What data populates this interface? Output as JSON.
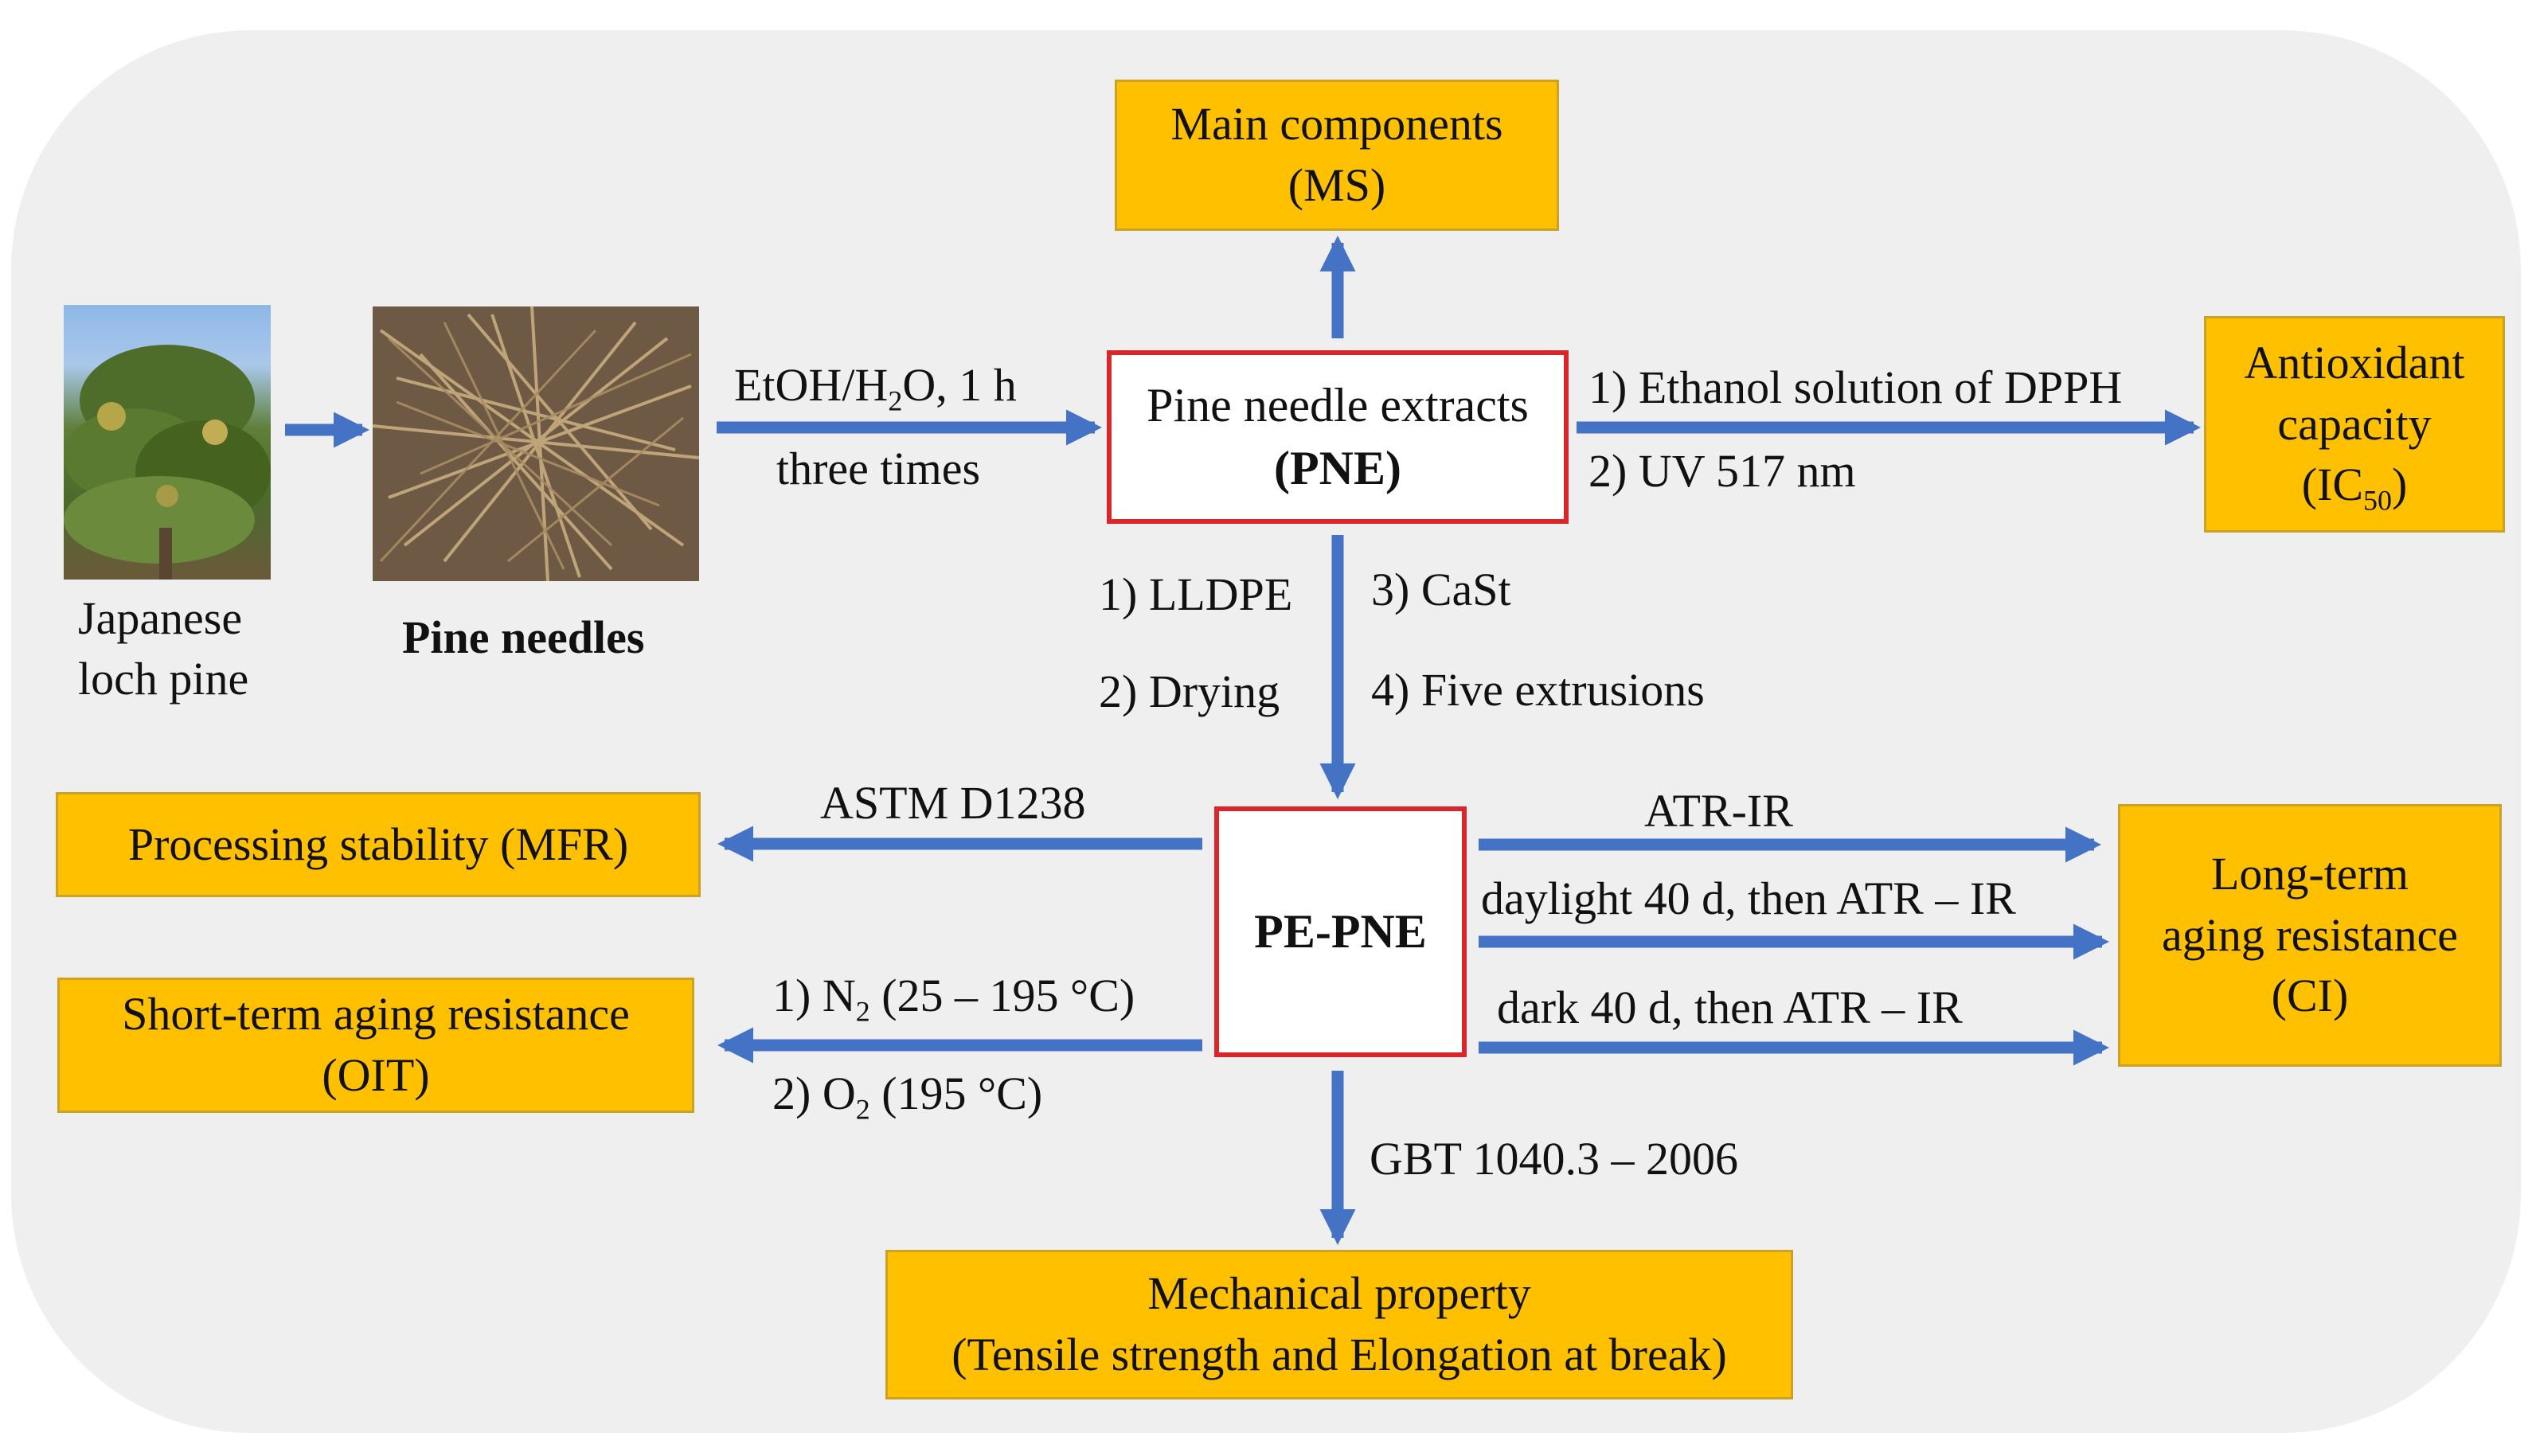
{
  "colors": {
    "box_fill": "#ffc000",
    "center_border": "#d9262c",
    "arrow": "#4472c4",
    "panel": "#efefef"
  },
  "source": {
    "tree_label_line1": "Japanese",
    "tree_label_line2": "loch pine",
    "needles_label": "Pine needles"
  },
  "extraction": {
    "line1_a": "EtOH/H",
    "line1_sub": "2",
    "line1_b": "O, 1 h",
    "line2": "three times"
  },
  "pne": {
    "line1": "Pine needle extracts",
    "open": "(",
    "abbr": "PNE",
    "close": ")"
  },
  "main_components": {
    "line1": "Main components",
    "line2": "(MS)"
  },
  "antioxidant": {
    "step1": "1) Ethanol solution of DPPH",
    "step2": "2) UV 517 nm",
    "line1": "Antioxidant",
    "line2": "capacity",
    "line3_a": "(IC",
    "line3_sub": "50",
    "line3_b": ")"
  },
  "processing_steps": {
    "s1": "1) LLDPE",
    "s2": "2) Drying",
    "s3": "3) CaSt",
    "s4": "4) Five extrusions"
  },
  "pe_pne": {
    "label": "PE-PNE"
  },
  "mfr": {
    "method": "ASTM D1238",
    "box": "Processing stability (MFR)"
  },
  "oit": {
    "cond1_a": "1) N",
    "cond1_sub": "2",
    "cond1_b": " (25 – 195 °C)",
    "cond2_a": "2) O",
    "cond2_sub": "2",
    "cond2_b": " (195 °C)",
    "box_line1": "Short-term aging resistance",
    "box_line2": "(OIT)"
  },
  "long_term": {
    "m1": "ATR-IR",
    "m2": "daylight 40 d, then ATR – IR",
    "m3": "dark 40 d, then ATR – IR",
    "box_line1": "Long-term",
    "box_line2": "aging resistance",
    "box_line3": "(CI)"
  },
  "mechanical": {
    "standard": "GBT 1040.3 – 2006",
    "line1": "Mechanical property",
    "line2": "(Tensile strength and Elongation at break)"
  }
}
